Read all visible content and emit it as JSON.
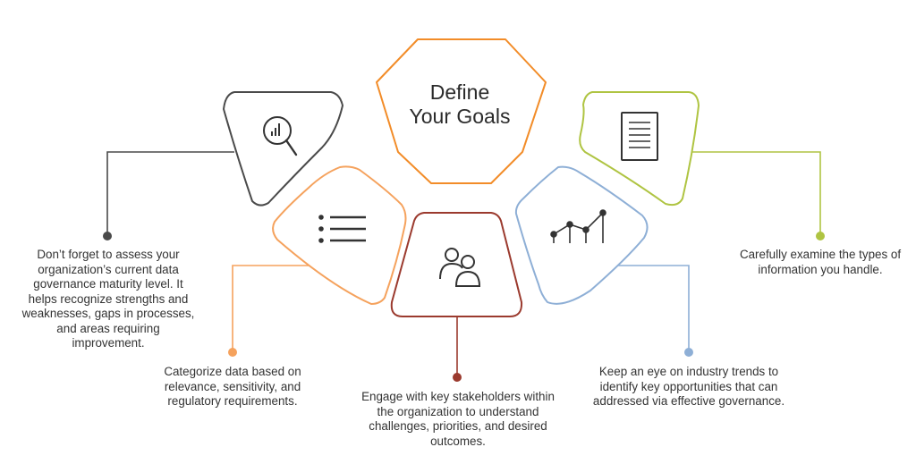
{
  "title": {
    "line1": "Define",
    "line2": "Your Goals",
    "color": "#F28C28"
  },
  "items": [
    {
      "id": "assess-maturity",
      "icon": "magnifier-chart-icon",
      "color": "#4A4A4A",
      "text": "Don’t forget to assess your organization’s current data governance maturity level. It helps recognize strengths and weaknesses, gaps in processes, and areas requiring improvement."
    },
    {
      "id": "categorize-data",
      "icon": "bulleted-list-icon",
      "color": "#F5A25D",
      "text": "Categorize data based on relevance, sensitivity, and regulatory requirements."
    },
    {
      "id": "engage-stakeholders",
      "icon": "users-icon",
      "color": "#9B3A2E",
      "text": "Engage with key stakeholders within the organization to understand challenges, priorities, and desired outcomes."
    },
    {
      "id": "industry-trends",
      "icon": "trend-chart-icon",
      "color": "#8EAFD6",
      "text": "Keep an eye on industry trends to identify key opportunities that can addressed via effective governance."
    },
    {
      "id": "examine-information",
      "icon": "document-icon",
      "color": "#AFC442",
      "text": "Carefully examine the types of information you handle."
    }
  ]
}
